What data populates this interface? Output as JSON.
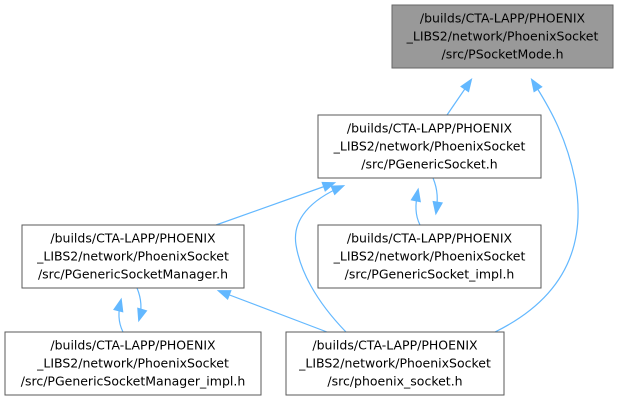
{
  "diagram": {
    "colors": {
      "edge": "#63b8ff",
      "node_border": "#5a5a5a",
      "root_fill": "#999999",
      "node_fill": "#ffffff"
    },
    "nodes": [
      {
        "id": "psocketmode",
        "highlighted": true,
        "lines": [
          "/builds/CTA-LAPP/PHOENIX",
          "_LIBS2/network/PhoenixSocket",
          "/src/PSocketMode.h"
        ]
      },
      {
        "id": "pgenericsocket",
        "highlighted": false,
        "lines": [
          "/builds/CTA-LAPP/PHOENIX",
          "_LIBS2/network/PhoenixSocket",
          "/src/PGenericSocket.h"
        ]
      },
      {
        "id": "pgenericsocketmanager",
        "highlighted": false,
        "lines": [
          "/builds/CTA-LAPP/PHOENIX",
          "_LIBS2/network/PhoenixSocket",
          "/src/PGenericSocketManager.h"
        ]
      },
      {
        "id": "pgenericsocket-impl",
        "highlighted": false,
        "lines": [
          "/builds/CTA-LAPP/PHOENIX",
          "_LIBS2/network/PhoenixSocket",
          "/src/PGenericSocket_impl.h"
        ]
      },
      {
        "id": "pgenericsocketmanager-impl",
        "highlighted": false,
        "lines": [
          "/builds/CTA-LAPP/PHOENIX",
          "_LIBS2/network/PhoenixSocket",
          "/src/PGenericSocketManager_impl.h"
        ]
      },
      {
        "id": "phoenix-socket",
        "highlighted": false,
        "lines": [
          "/builds/CTA-LAPP/PHOENIX",
          "_LIBS2/network/PhoenixSocket",
          "/src/phoenix_socket.h"
        ]
      }
    ],
    "edges": [
      {
        "from": "pgenericsocket",
        "to": "psocketmode"
      },
      {
        "from": "phoenix-socket",
        "to": "psocketmode"
      },
      {
        "from": "pgenericsocketmanager",
        "to": "pgenericsocket"
      },
      {
        "from": "pgenericsocket-impl",
        "to": "pgenericsocket"
      },
      {
        "from": "pgenericsocket",
        "to": "pgenericsocket-impl"
      },
      {
        "from": "phoenix-socket",
        "to": "pgenericsocket"
      },
      {
        "from": "pgenericsocketmanager-impl",
        "to": "pgenericsocketmanager"
      },
      {
        "from": "pgenericsocketmanager",
        "to": "pgenericsocketmanager-impl"
      },
      {
        "from": "phoenix-socket",
        "to": "pgenericsocketmanager"
      }
    ]
  }
}
